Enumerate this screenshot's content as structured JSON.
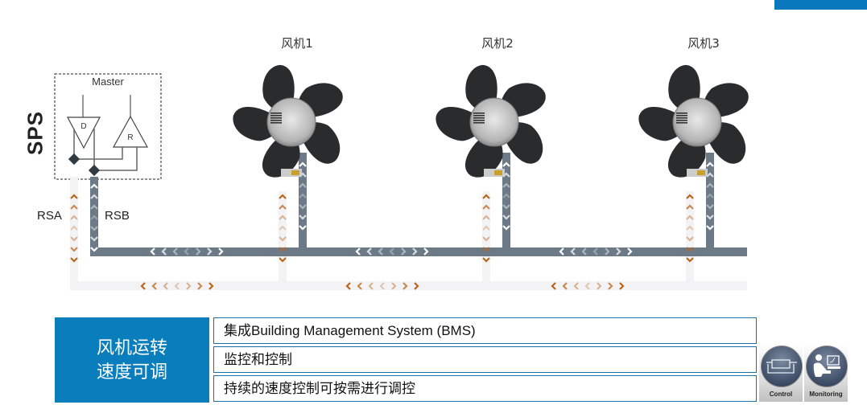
{
  "header": {
    "accent_color": "#0a78bd"
  },
  "diagram": {
    "sps_label": "SPS",
    "master_label": "Master",
    "driver_label": "D",
    "receiver_label": "R",
    "rsa_label": "RSA",
    "rsb_label": "RSB",
    "fans": [
      {
        "label": "风机1"
      },
      {
        "label": "风机2"
      },
      {
        "label": "风机3"
      }
    ],
    "colors": {
      "rsa_arrow": "#b8661a",
      "rsb_bus": "#6b7a86",
      "rsa_bus": "#f3f3f6"
    }
  },
  "summary": {
    "title_line1": "风机运转",
    "title_line2": "速度可调",
    "features": [
      "集成Building Management System (BMS)",
      "监控和控制",
      "持续的速度控制可按需进行调控"
    ]
  },
  "badges": [
    {
      "label": "Control",
      "icon": "control-diagram-icon"
    },
    {
      "label": "Monitoring",
      "icon": "monitoring-person-icon"
    }
  ]
}
